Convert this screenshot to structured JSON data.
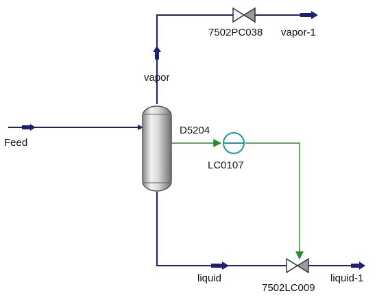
{
  "diagram": {
    "colors": {
      "stream": "#1f1f7a",
      "signal": "#2a8a2a",
      "controller": "#1a9a9a",
      "valve": "#444444",
      "vessel_light": "#f0f0f0",
      "vessel_dark": "#7a7a7a",
      "text": "#111111"
    },
    "labels": {
      "feed": "Feed",
      "vapor": "vapor",
      "vapor_out": "vapor-1",
      "pressure_valve": "7502PC038",
      "vessel": "D5204",
      "controller": "LC0107",
      "liquid": "liquid",
      "level_valve": "7502LC009",
      "liquid_out": "liquid-1"
    }
  }
}
